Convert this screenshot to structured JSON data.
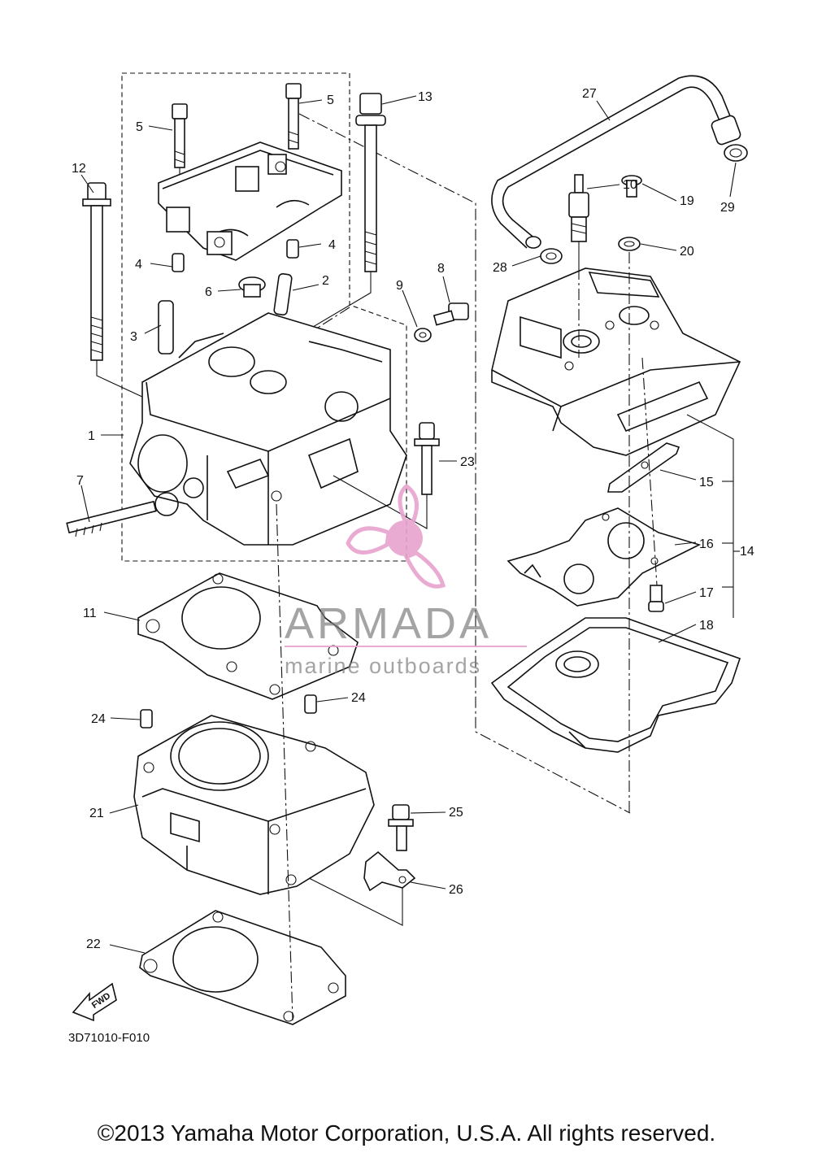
{
  "diagram_code": "3D71010-F010",
  "copyright": "©2013 Yamaha Motor Corporation, U.S.A. All rights reserved.",
  "fwd_label": "FWD",
  "watermark": {
    "name": "ARMADA",
    "tagline": "marine outboards",
    "text_color": "#7a7a7a",
    "accent_color": "#e8a3cf"
  },
  "callouts": [
    "1",
    "2",
    "3",
    "4",
    "4",
    "5",
    "5",
    "6",
    "7",
    "8",
    "9",
    "10",
    "11",
    "12",
    "13",
    "14",
    "15",
    "16",
    "17",
    "18",
    "19",
    "20",
    "21",
    "22",
    "23",
    "24",
    "24",
    "25",
    "26",
    "27",
    "28",
    "29"
  ]
}
